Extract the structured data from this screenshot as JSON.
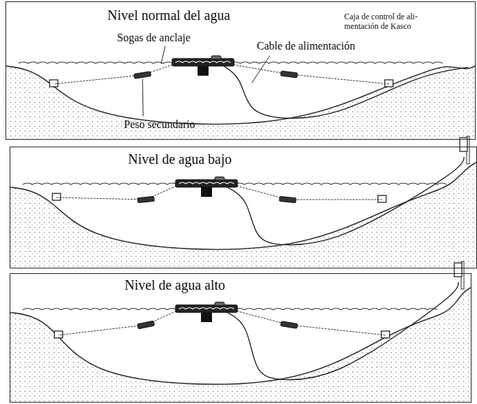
{
  "diagram": {
    "nodes": [
      {
        "text": [
          "Nivel normal del agua"
        ]
      },
      {
        "text": [
          "Nivel de agua bajo"
        ]
      },
      {
        "text": [
          "Nivel de agua alto"
        ]
      }
    ],
    "labels": [
      "Caja de control de ali- mentación de Kasco",
      "Sogas de anclaje",
      "Cable de alimentación",
      "Peso secundario"
    ]
  }
}
